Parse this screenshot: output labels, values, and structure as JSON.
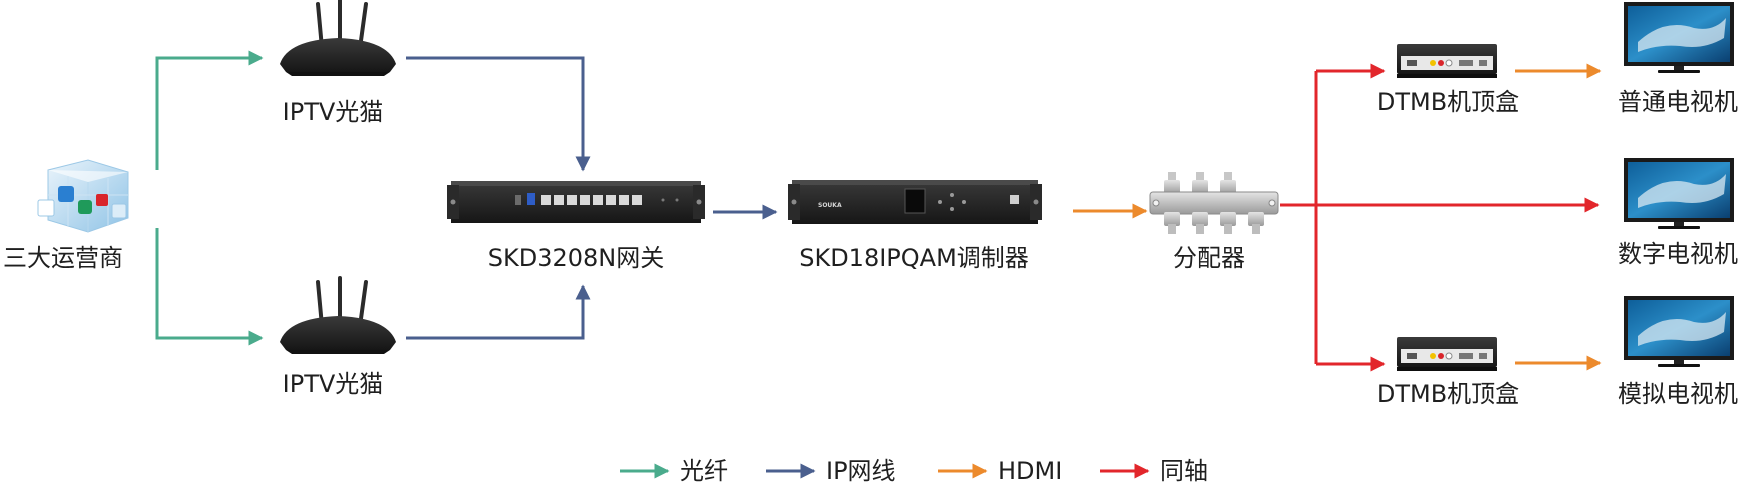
{
  "nodes": {
    "operators": "三大运营商",
    "modem_top": "IPTV光猫",
    "modem_bottom": "IPTV光猫",
    "gateway": "SKD3208N网关",
    "modulator": "SKD18IPQAM调制器",
    "splitter": "分配器",
    "stb_top": "DTMB机顶盒",
    "stb_bottom": "DTMB机顶盒",
    "tv_top": "普通电视机",
    "tv_middle": "数字电视机",
    "tv_bottom": "模拟电视机",
    "modulator_brand": "SOUKA"
  },
  "legend": [
    {
      "label": "光纤",
      "color": "#4aab8c"
    },
    {
      "label": "IP网线",
      "color": "#4a5f8e"
    },
    {
      "label": "HDMI",
      "color": "#ec8a2c"
    },
    {
      "label": "同轴",
      "color": "#e2262b"
    }
  ],
  "colors": {
    "fiber": "#4aab8c",
    "ip": "#4a5f8e",
    "hdmi": "#ec8a2c",
    "coax": "#e2262b"
  }
}
